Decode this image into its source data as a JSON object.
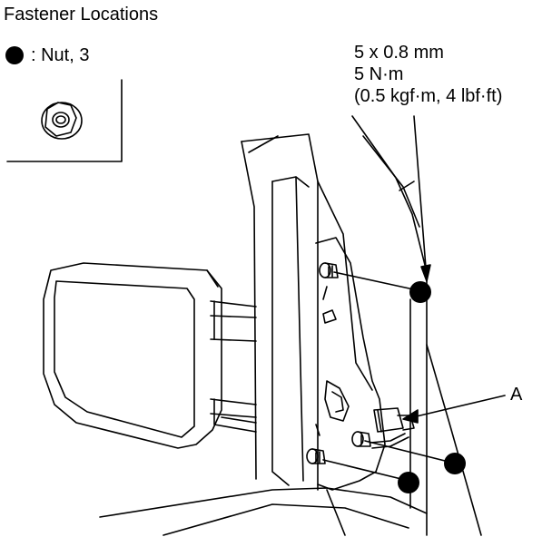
{
  "title": "Fastener Locations",
  "legend": {
    "label": ": Nut, 3"
  },
  "spec": {
    "size": "5 x 0.8 mm",
    "torque": "5 N·m",
    "conversion": "(0.5 kgf·m, 4 lbf·ft)"
  },
  "callout": {
    "label": "A"
  },
  "colors": {
    "ink": "#000000",
    "paper": "#ffffff"
  }
}
